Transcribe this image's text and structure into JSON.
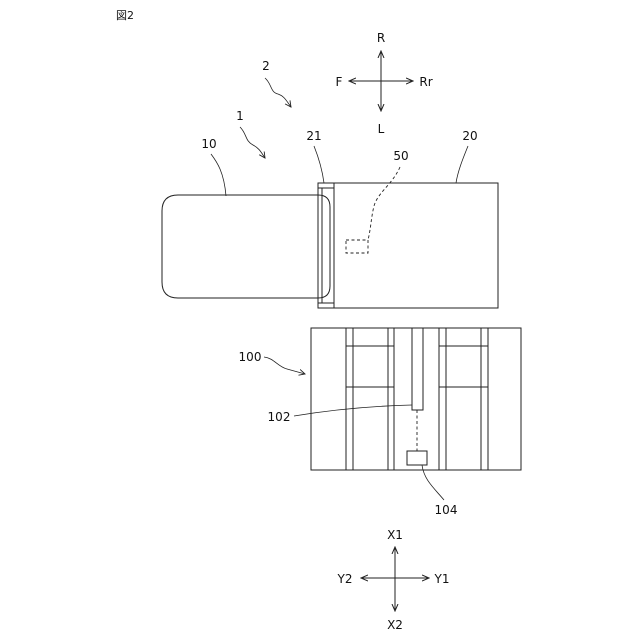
{
  "figure_label": "図2",
  "compass_top": {
    "up": "R",
    "down": "L",
    "left": "F",
    "right": "Rr"
  },
  "compass_bottom": {
    "up": "X1",
    "down": "X2",
    "left": "Y2",
    "right": "Y1"
  },
  "refs": {
    "r1": "1",
    "r2": "2",
    "r10": "10",
    "r20": "20",
    "r21": "21",
    "r50": "50",
    "r100": "100",
    "r102": "102",
    "r104": "104"
  }
}
